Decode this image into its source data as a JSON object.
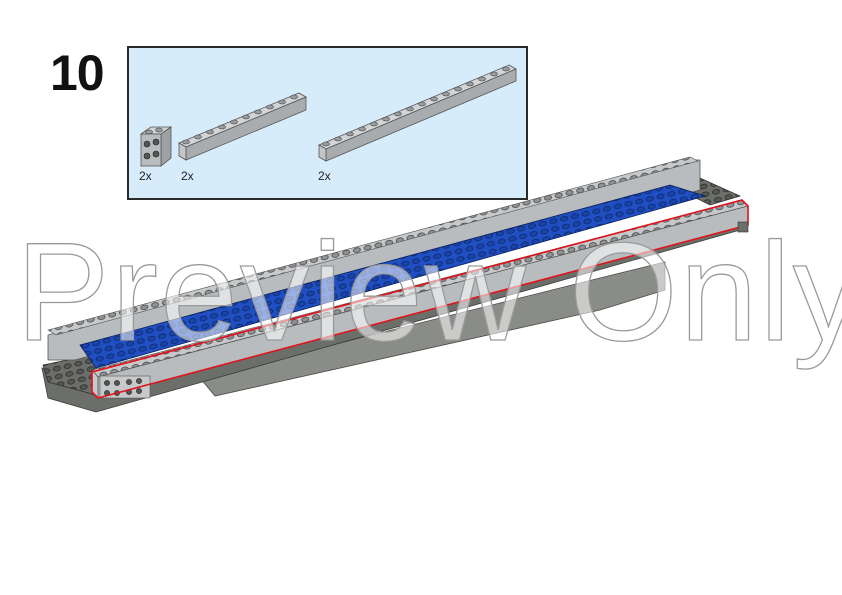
{
  "step": {
    "number": "10"
  },
  "parts_callout": {
    "background": "#d6ecfa",
    "border": "#2a2a2a",
    "parts": [
      {
        "name": "brick 1x2 with studs on side (2x2 face)",
        "color": "light bluish gray",
        "quantity": "2x"
      },
      {
        "name": "brick 1x10",
        "color": "light bluish gray",
        "quantity": "2x"
      },
      {
        "name": "brick 1x16",
        "color": "light bluish gray",
        "quantity": "2x"
      }
    ]
  },
  "model": {
    "description": "Long hull section with blue plate floor, light gray side walls, dark gray base, red highlight outline on newly added parts",
    "colors": {
      "light_gray": "#b9bcbe",
      "dark_gray": "#6c6e6a",
      "blue": "#1f4fc0",
      "highlight": "#e0141c"
    }
  },
  "watermark": {
    "text": "Preview Only"
  }
}
